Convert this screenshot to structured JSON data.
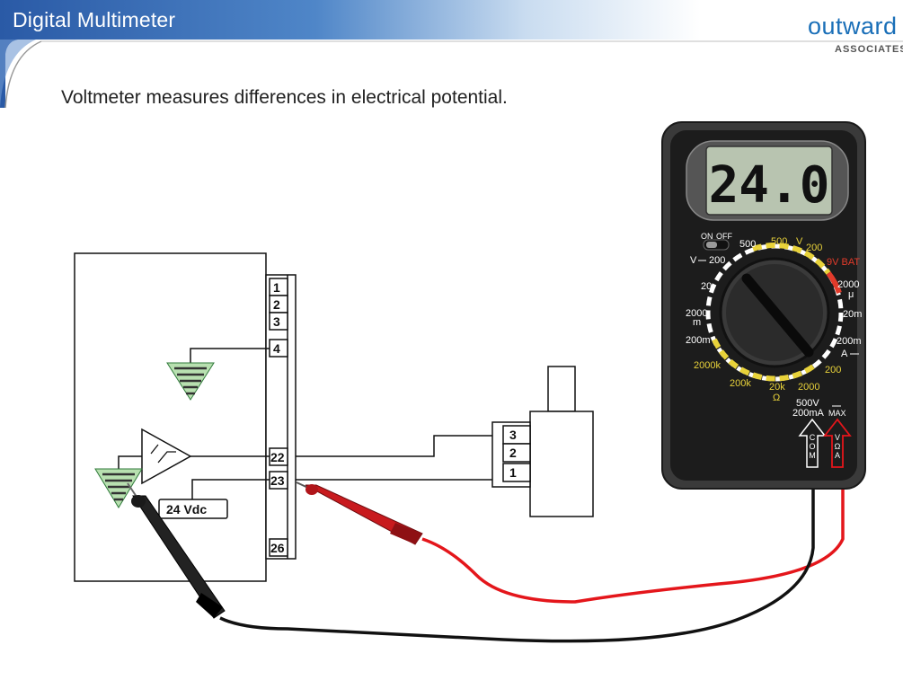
{
  "header": {
    "title": "Digital Multimeter",
    "logo_word": "outward",
    "logo_sub": "ASSOCIATES"
  },
  "slide": {
    "subtitle": "Voltmeter measures differences in electrical potential."
  },
  "terminal_strip": {
    "terminals": [
      "1",
      "2",
      "3",
      "4",
      "22",
      "23",
      "26"
    ]
  },
  "supply_label": "24 Vdc",
  "sensor_terminals": [
    "3",
    "2",
    "1"
  ],
  "multimeter": {
    "display_value": "24.0",
    "power_on_label": "ON",
    "power_off_label": "OFF",
    "dial": {
      "v_dc_label": "V",
      "v_dc_200": "200",
      "v_500_a": "500",
      "v_500_b": "500",
      "v_label": "V",
      "v_200": "200",
      "bat_label": "9V BAT",
      "r20": "20",
      "r2000m_a": "2000",
      "r2000m_b": "m",
      "r200m": "200m",
      "r2000k": "2000k",
      "r200k": "200k",
      "r20k": "20k",
      "ohm": "Ω",
      "r2000": "2000",
      "r200_right": "200",
      "r2000u_a": "2000",
      "r2000u_b": "μ",
      "r20m": "20m",
      "r200m_right": "200m",
      "a_dc": "A",
      "r200_bottom": "200",
      "r2000_bottom": "2000"
    },
    "jack_rating_a": "500V",
    "jack_rating_b": "200mA",
    "jack_max": "MAX",
    "com_label": [
      "C",
      "O",
      "M"
    ],
    "v_jack_label": [
      "V",
      "Ω",
      "A"
    ]
  },
  "colors": {
    "header_blue": "#2f5fa8",
    "red_lead": "#e4161b",
    "black_lead": "#111111",
    "yellow_range": "#e8d23a",
    "bat_red": "#e23b2b",
    "ground_green": "#b8e0b0"
  }
}
